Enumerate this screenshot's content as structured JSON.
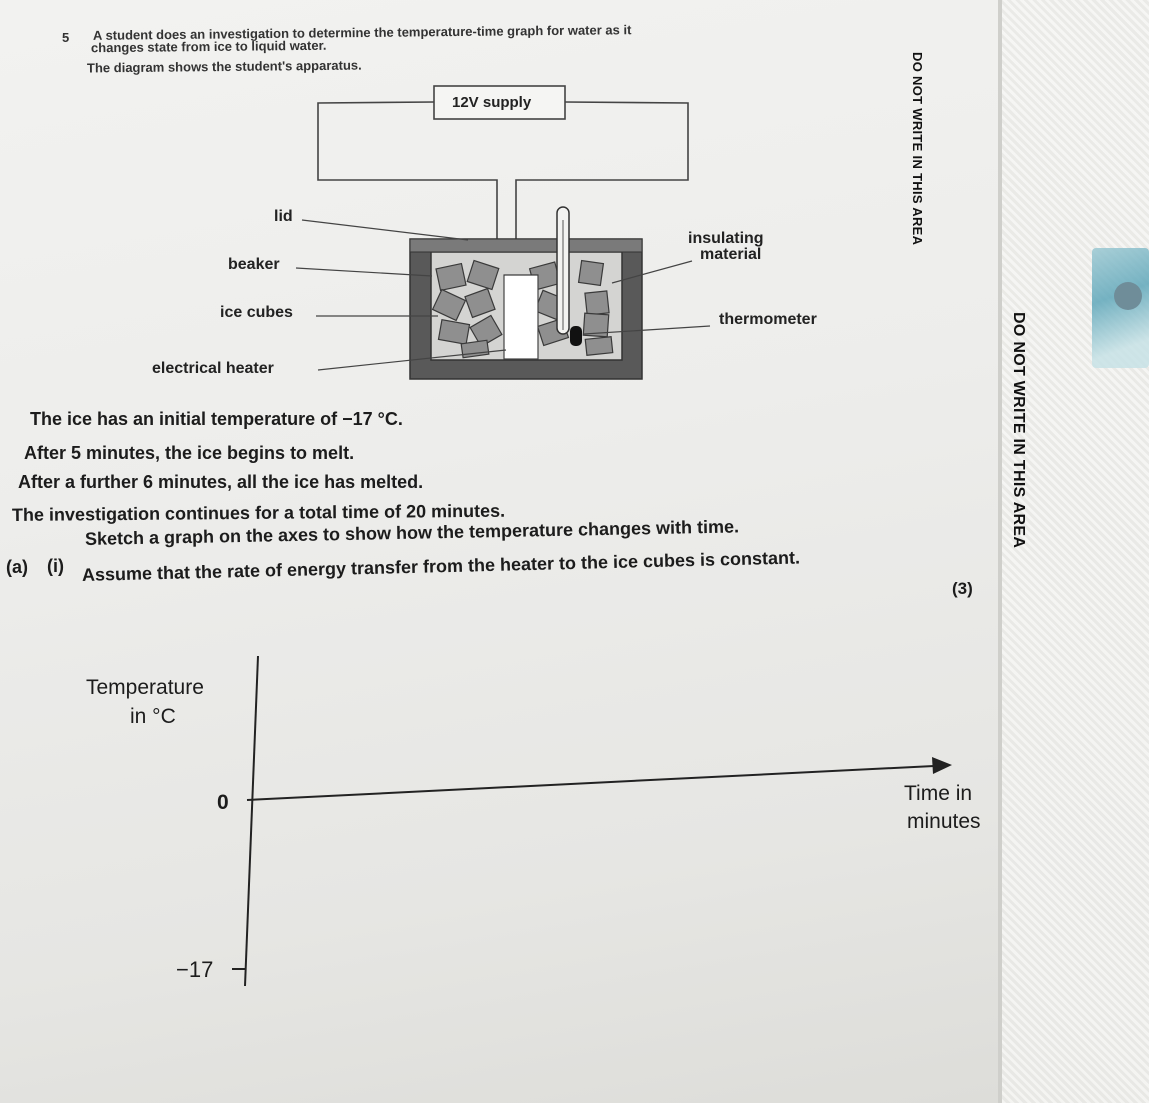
{
  "question": {
    "number": "5",
    "intro_line1": "A student does an investigation to determine the temperature-time graph for water as it",
    "intro_line2": "changes state from ice to liquid water.",
    "diagram_caption": "The diagram shows the student's apparatus.",
    "stem_line1": "The ice has an initial temperature of −17 °C.",
    "stem_line2": "After 5 minutes, the ice begins to melt.",
    "stem_line3": "After a further 6 minutes, all the ice has melted.",
    "stem_line4": "The investigation continues for a total time of 20 minutes.",
    "part_label": "(a)",
    "subpart_label": "(i)",
    "task_line1": "Sketch a graph on the axes to show how the temperature changes with time.",
    "task_line2": "Assume that the rate of energy transfer from the heater to the ice cubes is constant.",
    "marks": "(3)"
  },
  "diagram": {
    "supply_label": "12V supply",
    "lid_label": "lid",
    "beaker_label": "beaker",
    "ice_label": "ice cubes",
    "heater_label": "electrical heater",
    "insulating_label_line1": "insulating",
    "insulating_label_line2": "material",
    "thermometer_label": "thermometer"
  },
  "axes": {
    "y_label_line1": "Temperature",
    "y_label_line2": "in °C",
    "x_label_line1": "Time in",
    "x_label_line2": "minutes",
    "zero_tick": "0",
    "min_tick": "−17"
  },
  "margin": {
    "warning_1": "DO NOT WRITE IN THIS AREA",
    "warning_2": "DO NOT WRITE IN THIS AREA"
  },
  "colors": {
    "insulation": "#5a5a5a",
    "ice": "#8e8e8e",
    "heater": "#ffffff"
  }
}
